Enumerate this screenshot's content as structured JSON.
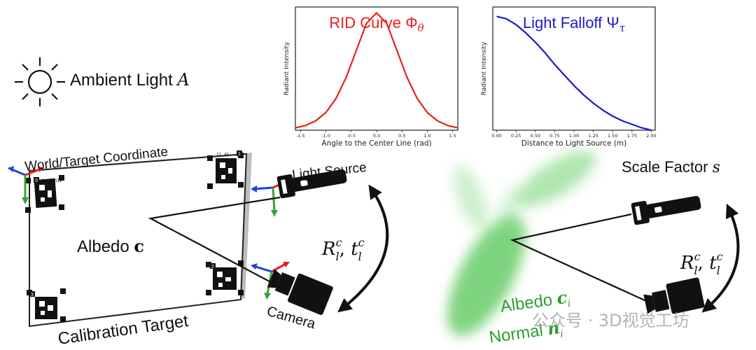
{
  "ambient": {
    "text": "Ambient Light ",
    "symbol": "A"
  },
  "rid_chart": {
    "title_text": "RID Curve Φ",
    "title_sub": "θ",
    "title_color": "#e8201c",
    "curve_color": "#e8201c",
    "ylabel": "Radiant Intensity",
    "xlabel": "Angle to the Center Line (rad)"
  },
  "falloff_chart": {
    "title_text": "Light Falloff Ψ",
    "title_sub": "τ",
    "title_color": "#1a1ad0",
    "curve_color": "#1a1ad0",
    "ylabel": "Radiant Intensity",
    "xlabel": "Distance to Light Source (m)"
  },
  "chart_data": [
    {
      "type": "line",
      "title": "RID Curve Φθ",
      "xlabel": "Angle to the Center Line (rad)",
      "ylabel": "Radiant Intensity",
      "xlim": [
        -1.6,
        1.6
      ],
      "ylim": [
        0,
        1.05
      ],
      "xticks": [
        "-1.5",
        "-1.0",
        "-0.5",
        "0.0",
        "0.5",
        "1.0",
        "1.5"
      ],
      "series": [
        {
          "color": "#e8201c",
          "x": [
            -1.6,
            -1.4,
            -1.2,
            -1.0,
            -0.8,
            -0.6,
            -0.4,
            -0.2,
            0.0,
            0.2,
            0.4,
            0.6,
            0.8,
            1.0,
            1.2,
            1.4,
            1.6
          ],
          "y": [
            0.02,
            0.04,
            0.08,
            0.15,
            0.27,
            0.45,
            0.68,
            0.91,
            1.0,
            0.91,
            0.68,
            0.45,
            0.27,
            0.15,
            0.08,
            0.04,
            0.02
          ]
        }
      ]
    },
    {
      "type": "line",
      "title": "Light Falloff Ψτ",
      "xlabel": "Distance to Light Source (m)",
      "ylabel": "Radiant Intensity",
      "xlim": [
        -0.05,
        2.05
      ],
      "ylim": [
        0,
        1.05
      ],
      "xticks": [
        "0.00",
        "0.25",
        "0.50",
        "0.75",
        "1.00",
        "1.25",
        "1.50",
        "1.75",
        "2.00"
      ],
      "series": [
        {
          "color": "#1a1ad0",
          "x": [
            0.0,
            0.125,
            0.25,
            0.375,
            0.5,
            0.625,
            0.75,
            0.875,
            1.0,
            1.125,
            1.25,
            1.375,
            1.5,
            1.625,
            1.75,
            1.875,
            2.0
          ],
          "y": [
            0.97,
            0.95,
            0.9,
            0.83,
            0.75,
            0.66,
            0.56,
            0.47,
            0.38,
            0.3,
            0.23,
            0.17,
            0.12,
            0.08,
            0.05,
            0.02,
            0.0
          ]
        }
      ]
    }
  ],
  "target": {
    "coord_label": "World/Target Coordinate",
    "albedo_text": "Albedo ",
    "albedo_symbol": "c",
    "caption": "Calibration Target",
    "tag_ids": [
      "0",
      "1",
      "2",
      "3"
    ],
    "tag_text": "tag36h11",
    "tag_small": "(1, 4)"
  },
  "left_scene": {
    "light_label": "Light Source",
    "camera_label": "Camera",
    "transform": {
      "R": "R",
      "t": "t",
      "sup": "c",
      "sub": "l"
    }
  },
  "right_scene": {
    "scale_text": "Scale Factor ",
    "scale_symbol": "s",
    "albedo_text": "Albedo ",
    "albedo_symbol": "c",
    "albedo_sub": "i",
    "normal_text": "Normal ",
    "normal_symbol": "n",
    "normal_sub": "i",
    "label_color": "#2e9e2e",
    "transform": {
      "R": "R",
      "t": "t",
      "sup": "c",
      "sub": "l"
    }
  },
  "watermark": {
    "text": "公众号 · 3D视觉工坊"
  }
}
